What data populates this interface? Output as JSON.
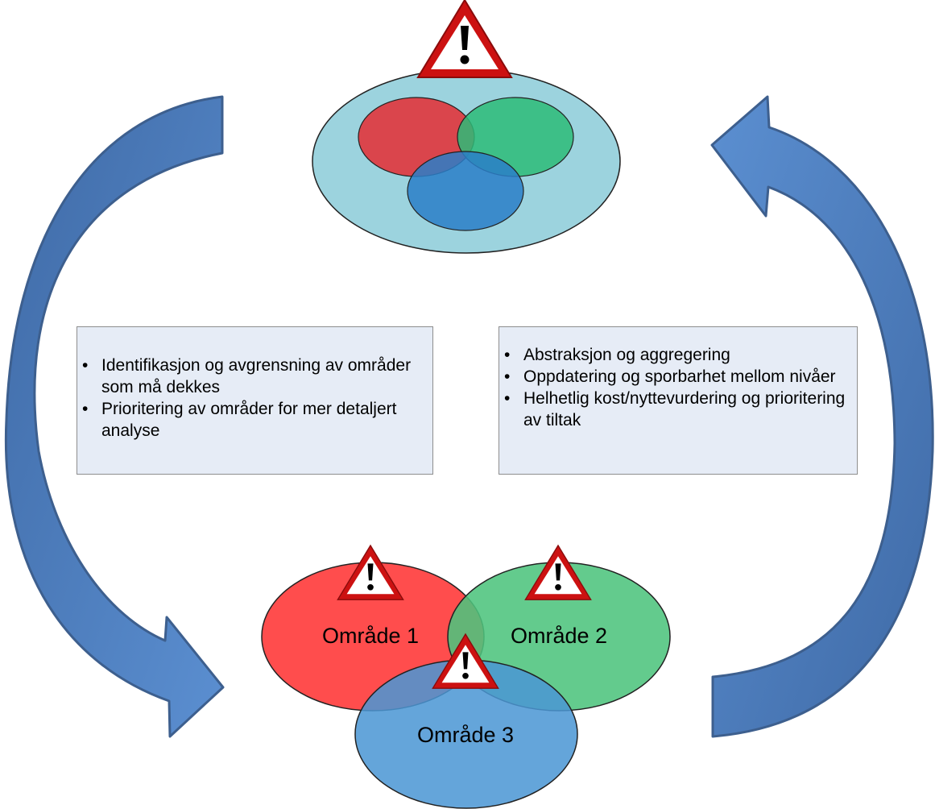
{
  "left_box": {
    "items": [
      "Identifikasjon og avgrensning av områder som må dekkes",
      "Prioritering av områder for mer detaljert analyse"
    ]
  },
  "right_box": {
    "items": [
      "Abstraksjon og aggregering",
      "Oppdatering og sporbarhet mellom nivåer",
      "Helhetlig kost/nyttevurdering og prioritering av tiltak"
    ]
  },
  "areas": [
    {
      "label": "Område 1",
      "color": "#ff4d4d"
    },
    {
      "label": "Område 2",
      "color": "#4dc47d"
    },
    {
      "label": "Område 3",
      "color": "#4a96d4"
    }
  ],
  "icons": {
    "arrows": "curved-arrow-icon",
    "warning": "warning-triangle-icon"
  },
  "colors": {
    "arrow_fill": "#4a78b8",
    "arrow_stroke": "#3d5f8e",
    "top_ellipse": "#9cd3de",
    "top_red": "#e0383f",
    "top_green": "#2dbb78",
    "top_blue": "#2a7ec8",
    "warning_border": "#cc1111"
  }
}
